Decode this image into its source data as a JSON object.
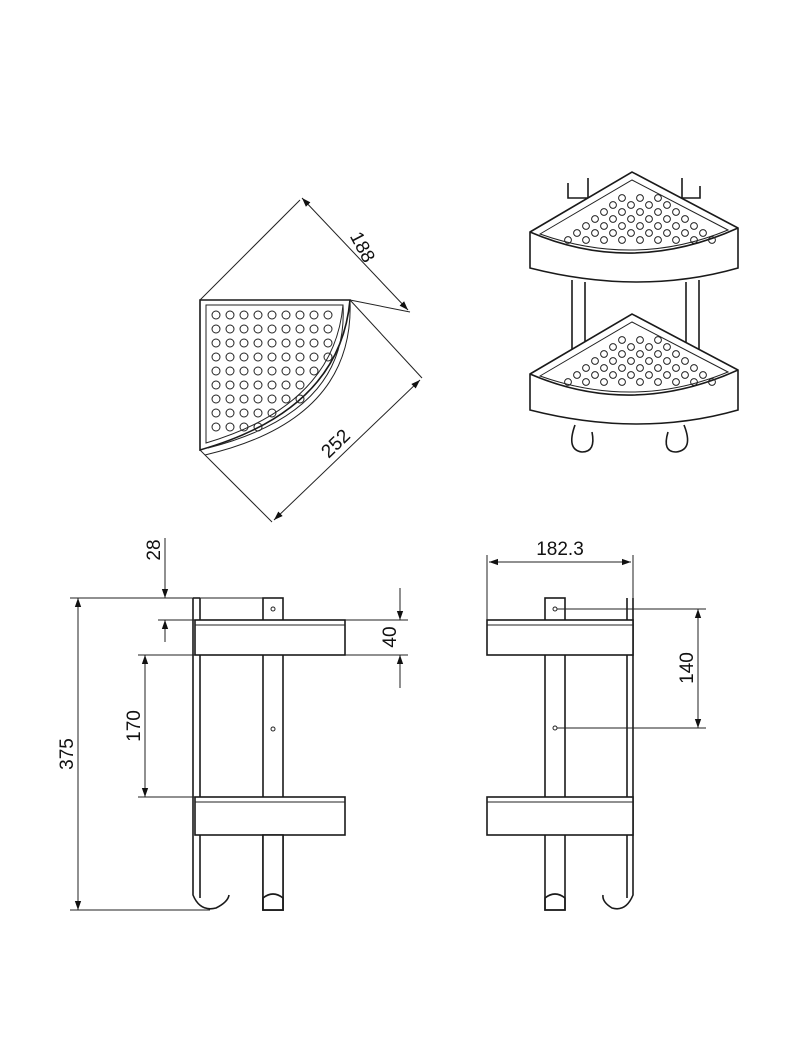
{
  "drawing": {
    "labels": {
      "width_188": "188",
      "diagonal_252": "252",
      "height_28": "28",
      "height_40": "40",
      "height_170": "170",
      "height_375": "375",
      "width_182_3": "182.3",
      "height_140": "140"
    },
    "colors": {
      "line": "#1a1a1a",
      "background": "#ffffff"
    }
  }
}
